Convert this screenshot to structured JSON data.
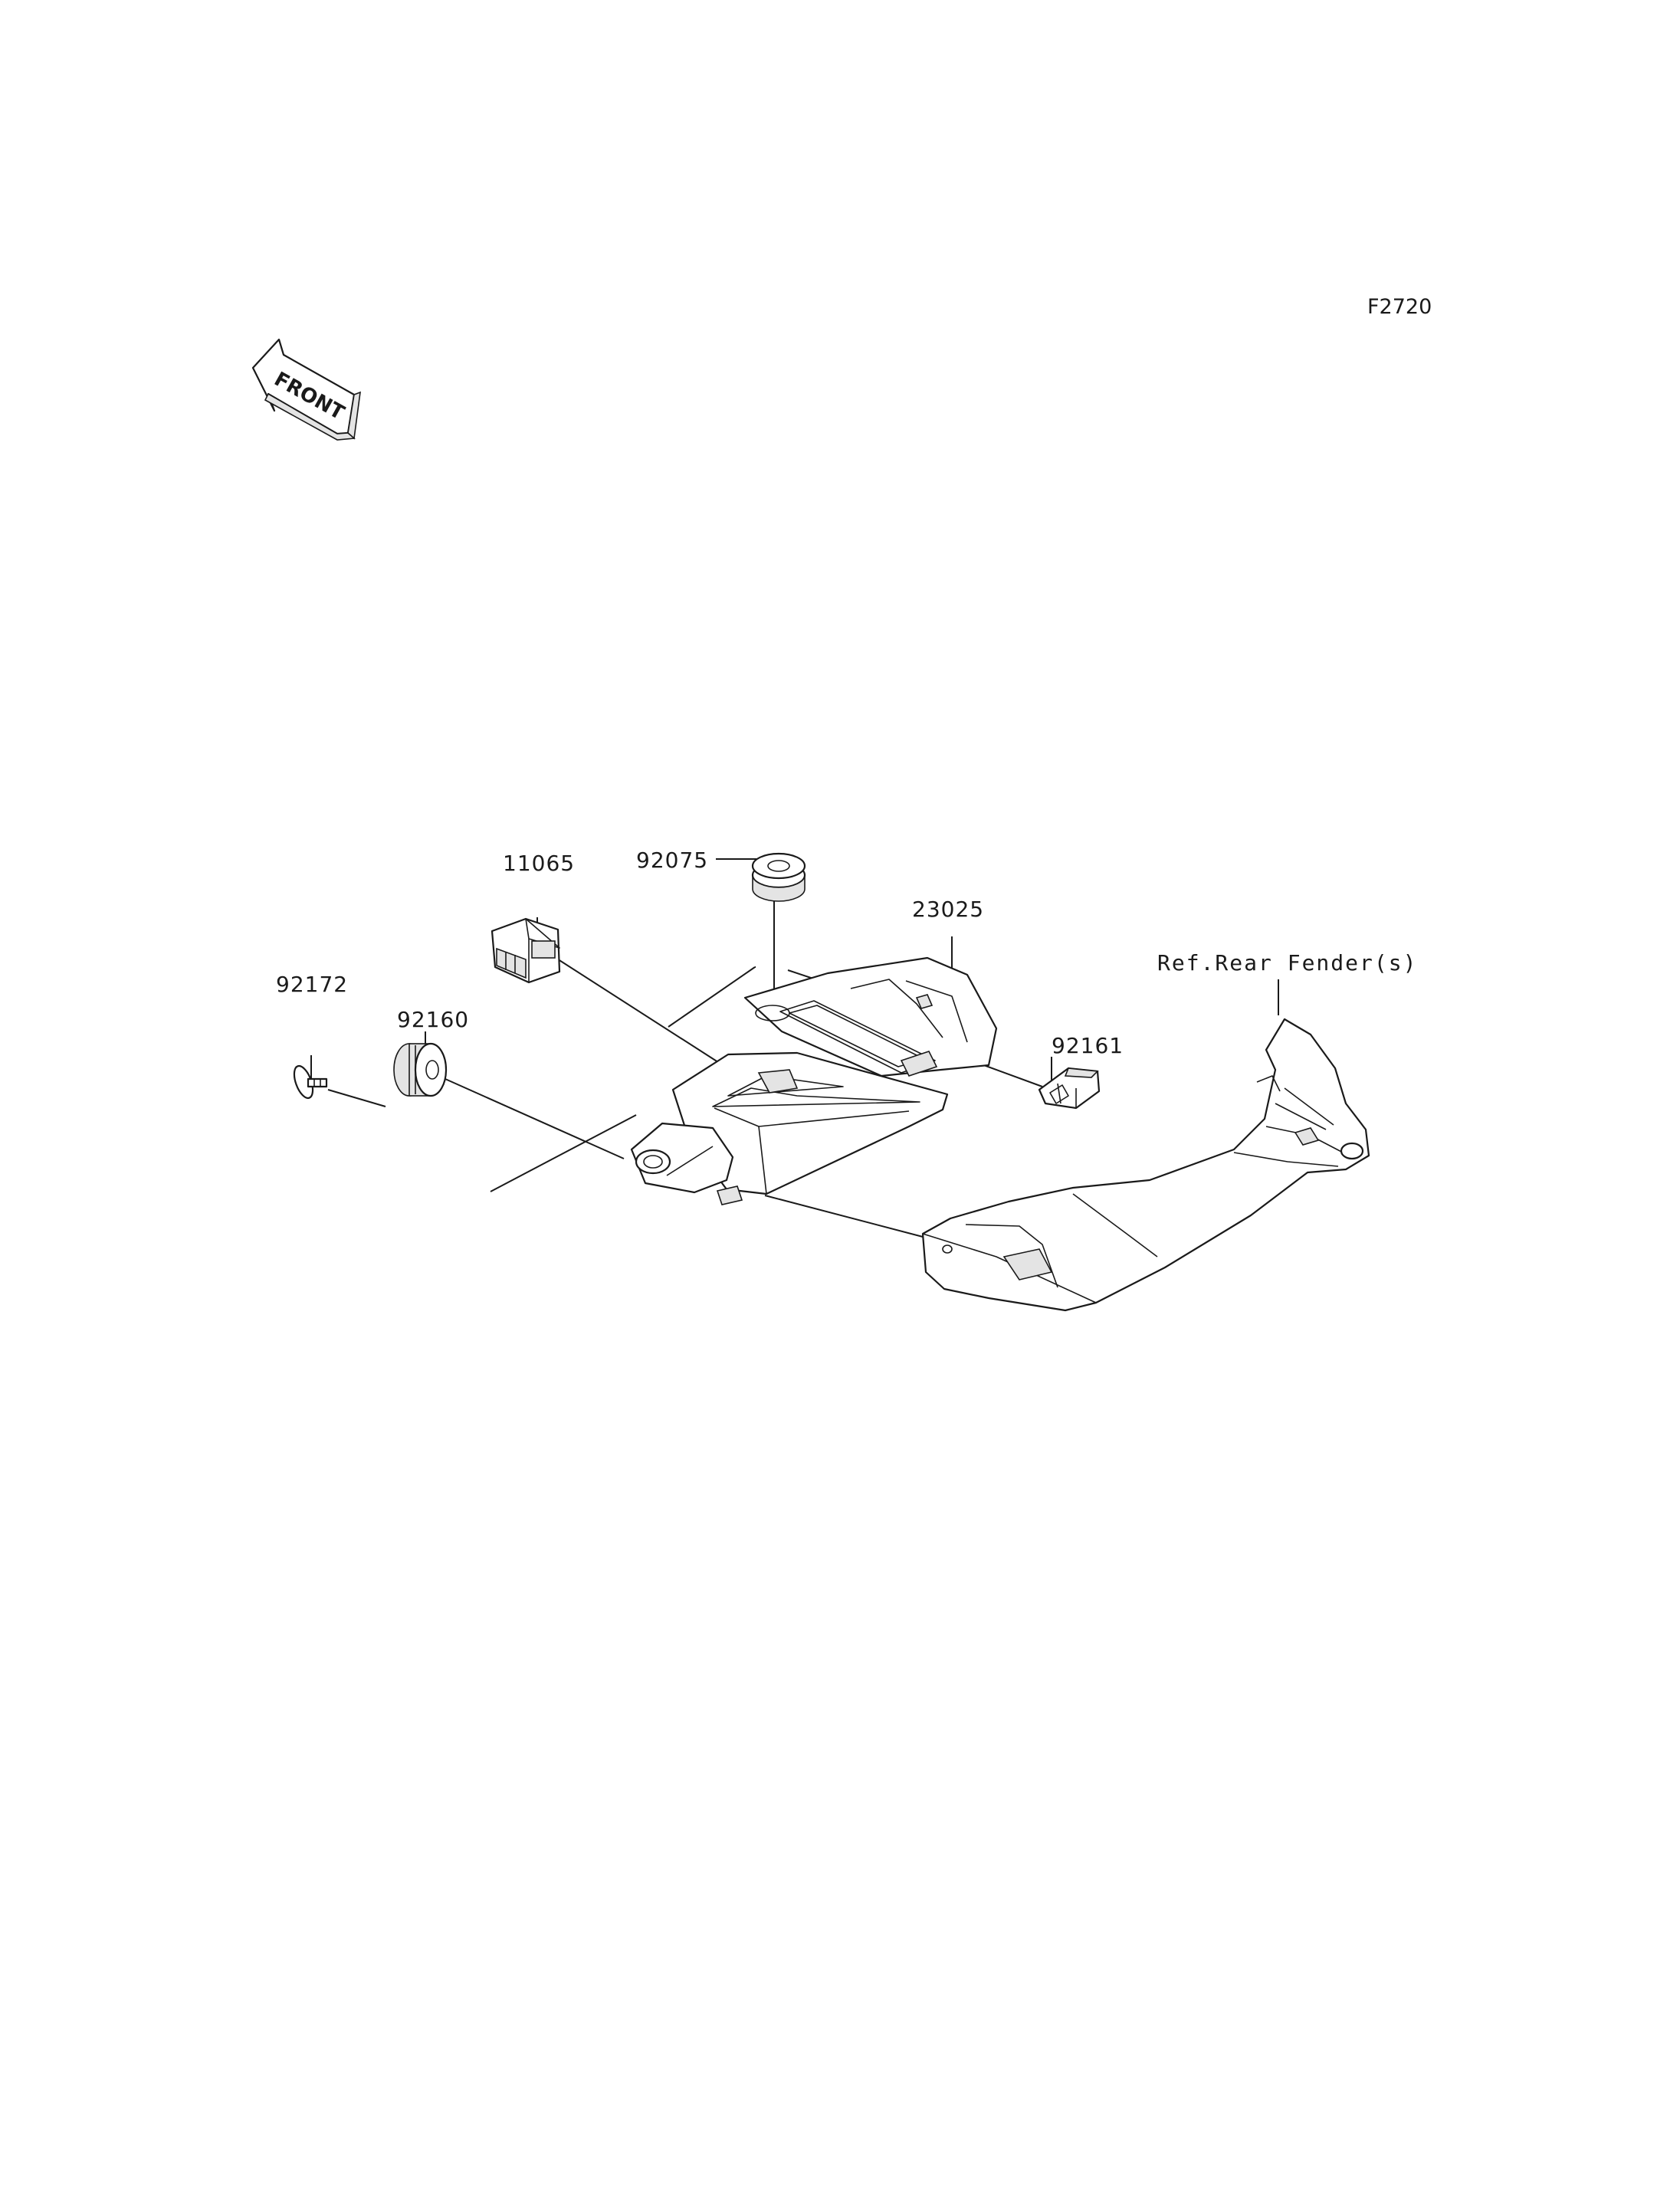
{
  "figure_id": "F2720",
  "front_arrow_label": "FRONT",
  "callouts": {
    "p11065": "11065",
    "p92075": "92075",
    "p23025": "23025",
    "p92172": "92172",
    "p92160": "92160",
    "p92161": "92161",
    "ref_rear_fender": "Ref.Rear Fender(s)"
  }
}
